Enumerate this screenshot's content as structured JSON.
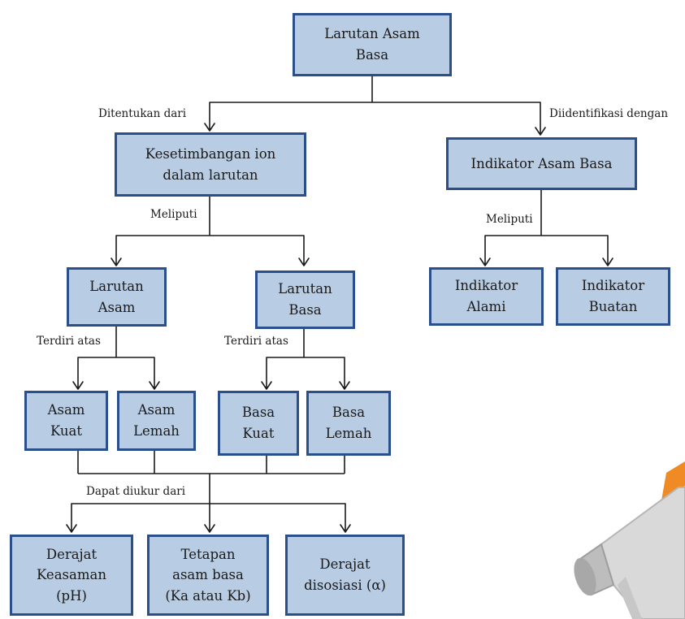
{
  "nodes": {
    "root": "Larutan Asam\nBasa",
    "kesetimbangan": "Kesetimbangan ion\ndalam larutan",
    "indikator": "Indikator Asam Basa",
    "larutan_asam": "Larutan\nAsam",
    "larutan_basa": "Larutan\nBasa",
    "indikator_alami": "Indikator\nAlami",
    "indikator_buatan": "Indikator\nBuatan",
    "asam_kuat": "Asam\nKuat",
    "asam_lemah": "Asam\nLemah",
    "basa_kuat": "Basa\nKuat",
    "basa_lemah": "Basa\nLemah",
    "derajat_keasaman": "Derajat\nKeasaman\n(pH)",
    "tetapan": "Tetapan\nasam basa\n(Ka atau Kb)",
    "derajat_disosiasi": "Derajat\ndisosiasi (α)"
  },
  "labels": {
    "ditentukan_dari": "Ditentukan dari",
    "diidentifikasi_dengan": "Diidentifikasi dengan",
    "meliputi_left": "Meliputi",
    "meliputi_right": "Meliputi",
    "terdiri_atas_asam": "Terdiri atas",
    "terdiri_atas_basa": "Terdiri atas",
    "dapat_diukur_dari": "Dapat diukur dari"
  },
  "colors": {
    "box_fill": "#b8cce4",
    "box_border": "#2b4f8a",
    "connector": "#1a1a1a"
  },
  "decoration": {
    "corner_icon": "megaphone-icon"
  }
}
